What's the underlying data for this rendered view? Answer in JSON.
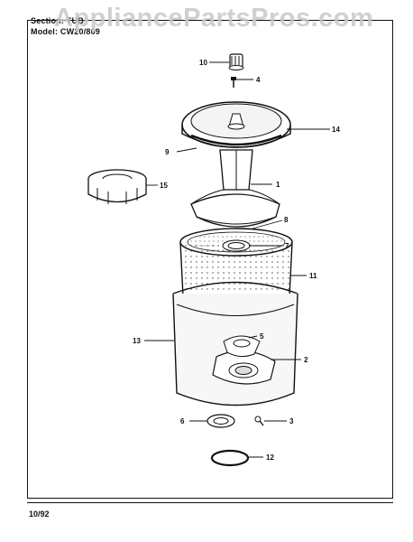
{
  "watermark": "AppliancePartsPros.com",
  "header": {
    "section_label": "Section: TUB",
    "model_label": "Model: CW20/809"
  },
  "footer": {
    "date": "10/92"
  },
  "callouts": {
    "c1": "1",
    "c2": "2",
    "c3": "3",
    "c4": "4",
    "c5": "5",
    "c6": "6",
    "c7": "7",
    "c8": "8",
    "c9": "9",
    "c10": "10",
    "c11": "11",
    "c12": "12",
    "c13": "13",
    "c14": "14",
    "c15": "15"
  }
}
